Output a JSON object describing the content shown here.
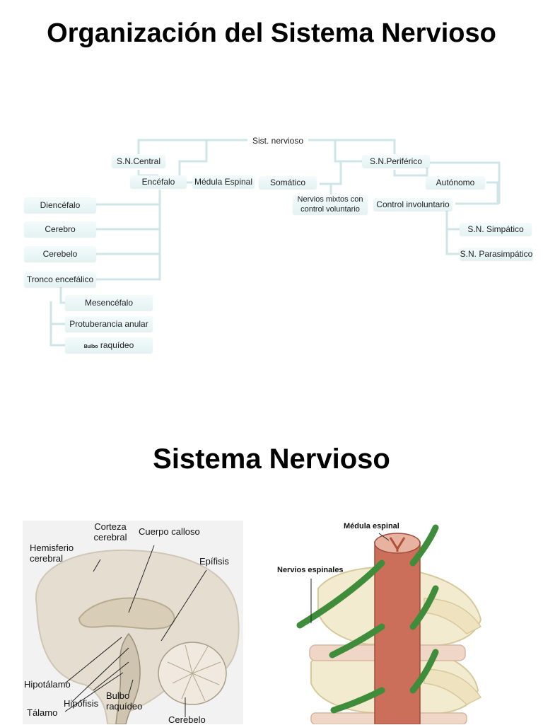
{
  "slide1": {
    "title": "Organización del Sistema Nervioso",
    "nodes": {
      "root": "Sist. nervioso",
      "central": "S.N.Central",
      "periferico": "S.N.Periférico",
      "encefalo": "Encéfalo",
      "medula": "Médula Espinal",
      "somatico": "Somático",
      "autonomo": "Autónomo",
      "nervios_mixtos": "Nervios mixtos con control voluntario",
      "control_involuntario": "Control involuntario",
      "simpatico": "S.N. Simpático",
      "parasimpatico": "S.N. Parasimpático",
      "diencefalo": "Diencéfalo",
      "cerebro": "Cerebro",
      "cerebelo": "Cerebelo",
      "tronco": "Tronco encefálico",
      "mesencefalo": "Mesencéfalo",
      "protuberancia": "Protuberancia anular",
      "bulbo_small": "Bulbo",
      "bulbo_rest": "raquídeo"
    },
    "colors": {
      "connector": "#cfe6e8",
      "box": "#e6f3f4"
    }
  },
  "slide2": {
    "title": "Sistema Nervioso",
    "brain_labels": {
      "corteza": "Corteza cerebral",
      "cuerpo_calloso": "Cuerpo calloso",
      "hemisferio": "Hemisferio cerebral",
      "epifisis": "Epífisis",
      "hipotalamo": "Hipotálamo",
      "hipofisis": "Hipófisis",
      "bulbo": "Bulbo raquídeo",
      "talamo": "Tálamo",
      "cerebelo": "Cerebelo"
    },
    "spine_labels": {
      "medula": "Médula espinal",
      "nervios": "Nervios espinales"
    }
  }
}
